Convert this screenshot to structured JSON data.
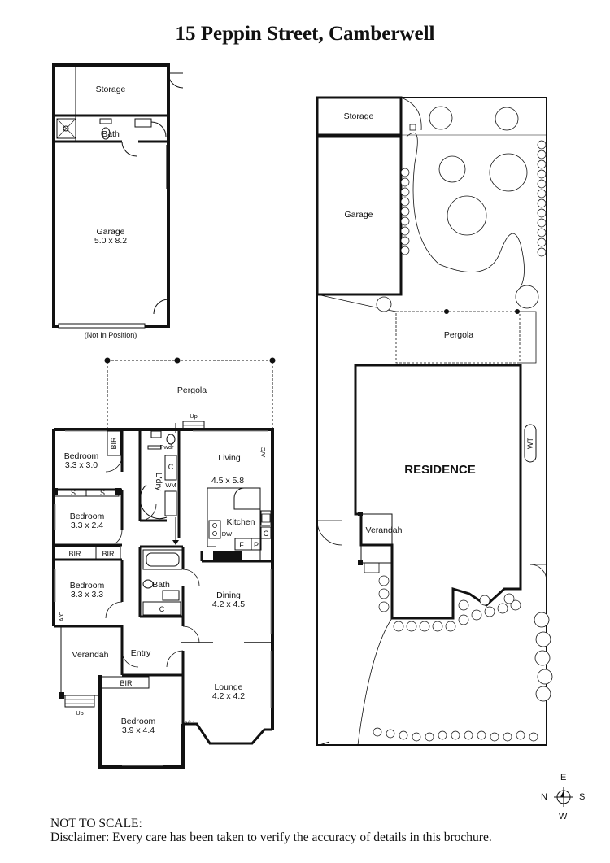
{
  "title": "15 Peppin Street, Camberwell",
  "garage_plan": {
    "storage": "Storage",
    "bath": "Bath",
    "garage_name": "Garage",
    "garage_size": "5.0 x 8.2",
    "door_note": "(Not In Position)"
  },
  "house_plan": {
    "pergola": "Pergola",
    "up_top": "Up",
    "bedroom1_name": "Bedroom",
    "bedroom1_size": "3.3 x 3.0",
    "bir1": "BIR",
    "powder": "Pwdr",
    "cupboard": "C",
    "laundry": "L'dry",
    "wm": "WM",
    "living_name": "Living",
    "living_size": "4.5 x 5.8",
    "ac1": "A/C",
    "s1": "S",
    "s2": "S",
    "bedroom2_name": "Bedroom",
    "bedroom2_size": "3.3 x 2.4",
    "kitchen": "Kitchen",
    "dw": "DW",
    "f": "F",
    "p": "P",
    "c_kitchen": "C",
    "bir2": "BIR",
    "bir3": "BIR",
    "bath": "Bath",
    "c_bath": "C",
    "bedroom3_name": "Bedroom",
    "bedroom3_size": "3.3 x 3.3",
    "dining_name": "Dining",
    "dining_size": "4.2 x 4.5",
    "ac2": "A/C",
    "verandah": "Verandah",
    "entry": "Entry",
    "bir4": "BIR",
    "lounge_name": "Lounge",
    "lounge_size": "4.2 x 4.2",
    "up_bottom": "Up",
    "bedroom4_name": "Bedroom",
    "bedroom4_size": "3.9 x 4.4",
    "ac3": "A/C"
  },
  "site_plan": {
    "storage": "Storage",
    "garage": "Garage",
    "pergola": "Pergola",
    "wt": "WT",
    "residence": "RESIDENCE",
    "verandah": "Verandah"
  },
  "compass": {
    "n": "N",
    "e": "E",
    "s": "S",
    "w": "W"
  },
  "footer": {
    "line1": "NOT TO SCALE:",
    "line2": "Disclaimer: Every care has been taken to verify the accuracy of details in this brochure."
  }
}
